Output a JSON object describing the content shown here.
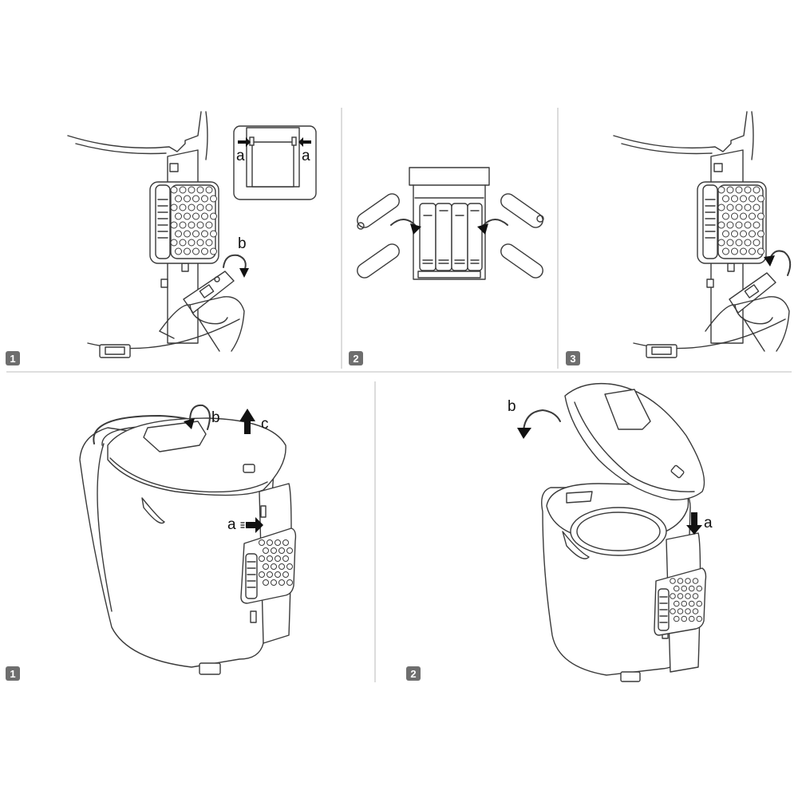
{
  "top_steps": [
    {
      "badge": "1",
      "labels": {
        "a_left": "a",
        "a_right": "a",
        "b": "b"
      }
    },
    {
      "badge": "2"
    },
    {
      "badge": "3"
    }
  ],
  "bottom_steps": [
    {
      "badge": "1",
      "labels": {
        "a": "a",
        "b": "b",
        "c": "c"
      }
    },
    {
      "badge": "2",
      "labels": {
        "a": "a",
        "b": "b"
      }
    }
  ],
  "colors": {
    "line": "#3a3a3a",
    "badge": "#6e6e6e",
    "arrow": "#111111",
    "divider": "#c9c9c9"
  },
  "icons": [
    "curved-arrow-icon",
    "straight-arrow-icon",
    "battery-icon",
    "honeycomb-grid-icon"
  ]
}
